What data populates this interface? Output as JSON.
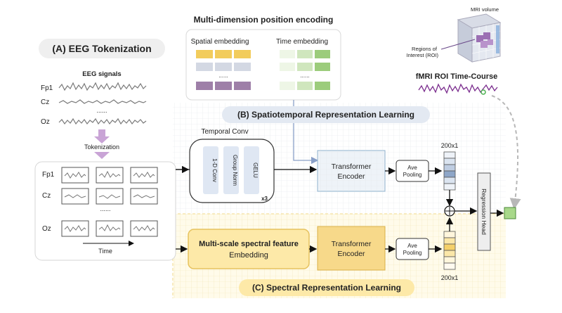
{
  "section_a": {
    "title": "(A) EEG Tokenization",
    "signals_title": "EEG signals",
    "tokenization_label": "Tokenization",
    "time_label": "Time"
  },
  "channels": [
    "Fp1",
    "Cz",
    "Oz"
  ],
  "dots": "......",
  "encoding": {
    "title": "Multi-dimension position encoding",
    "spatial": "Spatial embedding",
    "time": "Time embedding"
  },
  "mri": {
    "volume": "MRI volume",
    "roi": "Regions of Interest (ROI)",
    "timecourse": "fMRI ROI Time-Course"
  },
  "section_b": {
    "title": "(B) Spatiotemporal Representation Learning",
    "temporal_conv": "Temporal Conv",
    "conv1d": "1-D Conv",
    "group_norm": "Group Norm",
    "gelu": "GELU",
    "repeat": "x3",
    "transformer_line1": "Transformer",
    "transformer_line2": "Encoder",
    "pool_line1": "Ave",
    "pool_line2": "Pooling",
    "dim": "200x1"
  },
  "section_c": {
    "title": "(C) Spectral Representation Learning",
    "feature_line1": "Multi-scale spectral feature",
    "feature_line2": "Embedding",
    "transformer_line1": "Transformer",
    "transformer_line2": "Encoder",
    "pool_line1": "Ave",
    "pool_line2": "Pooling",
    "dim": "200x1"
  },
  "regression": "Regression Head",
  "colors": {
    "blue_section": "#f5f7fa",
    "yellow_section": "#fffbe6",
    "accent_purple": "#8a4a9a",
    "yellow_box": "#fde9a8",
    "blue_box": "#e6edf5"
  }
}
